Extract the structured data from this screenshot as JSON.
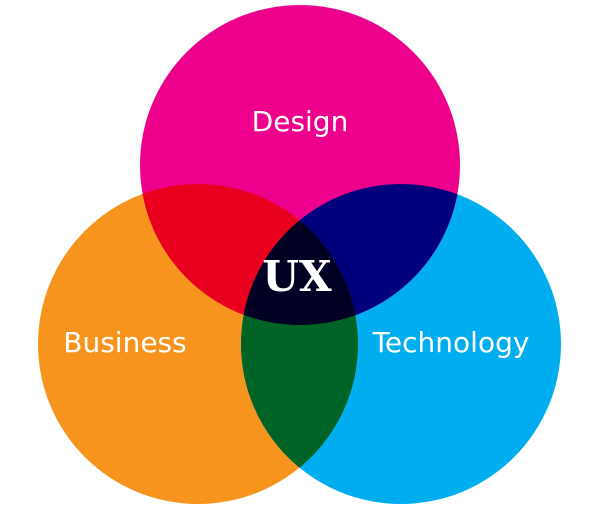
{
  "diagram": {
    "type": "venn",
    "sets": [
      {
        "id": "design",
        "label": "Design",
        "color": "#ec008c"
      },
      {
        "id": "business",
        "label": "Business",
        "color": "#f7941d"
      },
      {
        "id": "technology",
        "label": "Technology",
        "color": "#00aeef"
      }
    ],
    "intersections": {
      "design_business": "#e8001e",
      "design_technology": "#00007d",
      "business_technology": "#006326",
      "all": "#000022"
    },
    "center_label": "UX"
  }
}
